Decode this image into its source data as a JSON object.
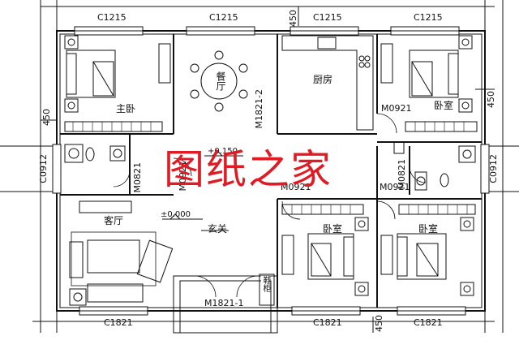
{
  "watermark": "图纸之家",
  "windows_top": [
    "C1215",
    "C1215",
    "C1215",
    "C1215"
  ],
  "windows_bottom": [
    "C1821",
    "C1821",
    "C1821"
  ],
  "windows_side": {
    "left": "C0912",
    "right": "C0912"
  },
  "dims": {
    "d1": "450",
    "d2": "450",
    "d3": "450",
    "d4": "450"
  },
  "rooms": {
    "master_bedroom": "主卧",
    "dining": "餐厅",
    "kitchen": "厨房",
    "bedroom_ne": "卧室",
    "bedroom_s1": "卧室",
    "bedroom_s2": "卧室",
    "living": "客厅",
    "entrance": "玄关",
    "shoe_cabinet": "鞋柜"
  },
  "doors": {
    "m1821_2": "M1821-2",
    "m0921_ne": "M0921",
    "m0821_l": "M0821",
    "m0921_l": "M0921",
    "m0921_c": "M0921",
    "m0821_r": "M0821",
    "m0921_r": "M0921",
    "m1821_1": "M1821-1"
  },
  "elevations": {
    "upper": "+0.150",
    "lower": "±0.000"
  },
  "colors": {
    "line": "#111111",
    "watermark": "#e01b24"
  }
}
